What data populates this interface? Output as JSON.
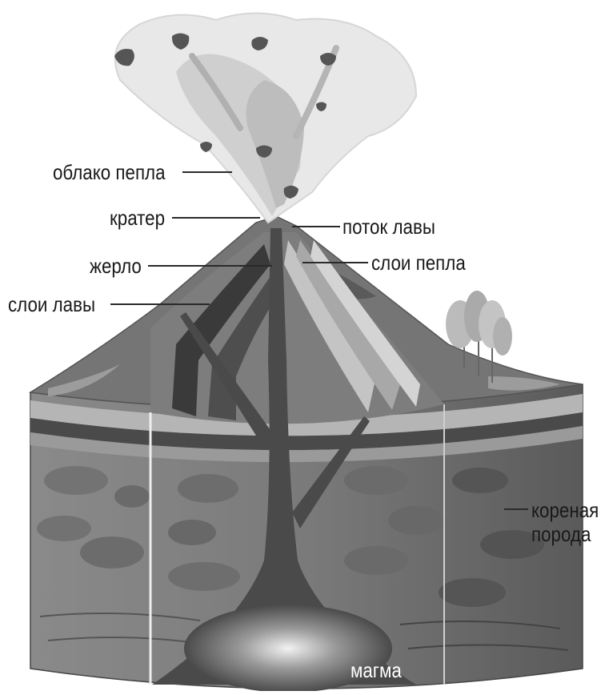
{
  "labels": {
    "ash_cloud": "облако пепла",
    "crater": "кратер",
    "lava_flow": "поток лавы",
    "vent": "жерло",
    "ash_layers": "слои пепла",
    "lava_layers": "слои лавы",
    "bedrock_line1": "кореная",
    "bedrock_line2": "порода",
    "magma": "магма"
  },
  "colors": {
    "ground": "#6e6e6e",
    "bedrock": "#5f5f5f",
    "magma": "#484848",
    "ash": "#e4e4e4",
    "lava": "#3a3a3a",
    "line": "#2a2a2a"
  }
}
